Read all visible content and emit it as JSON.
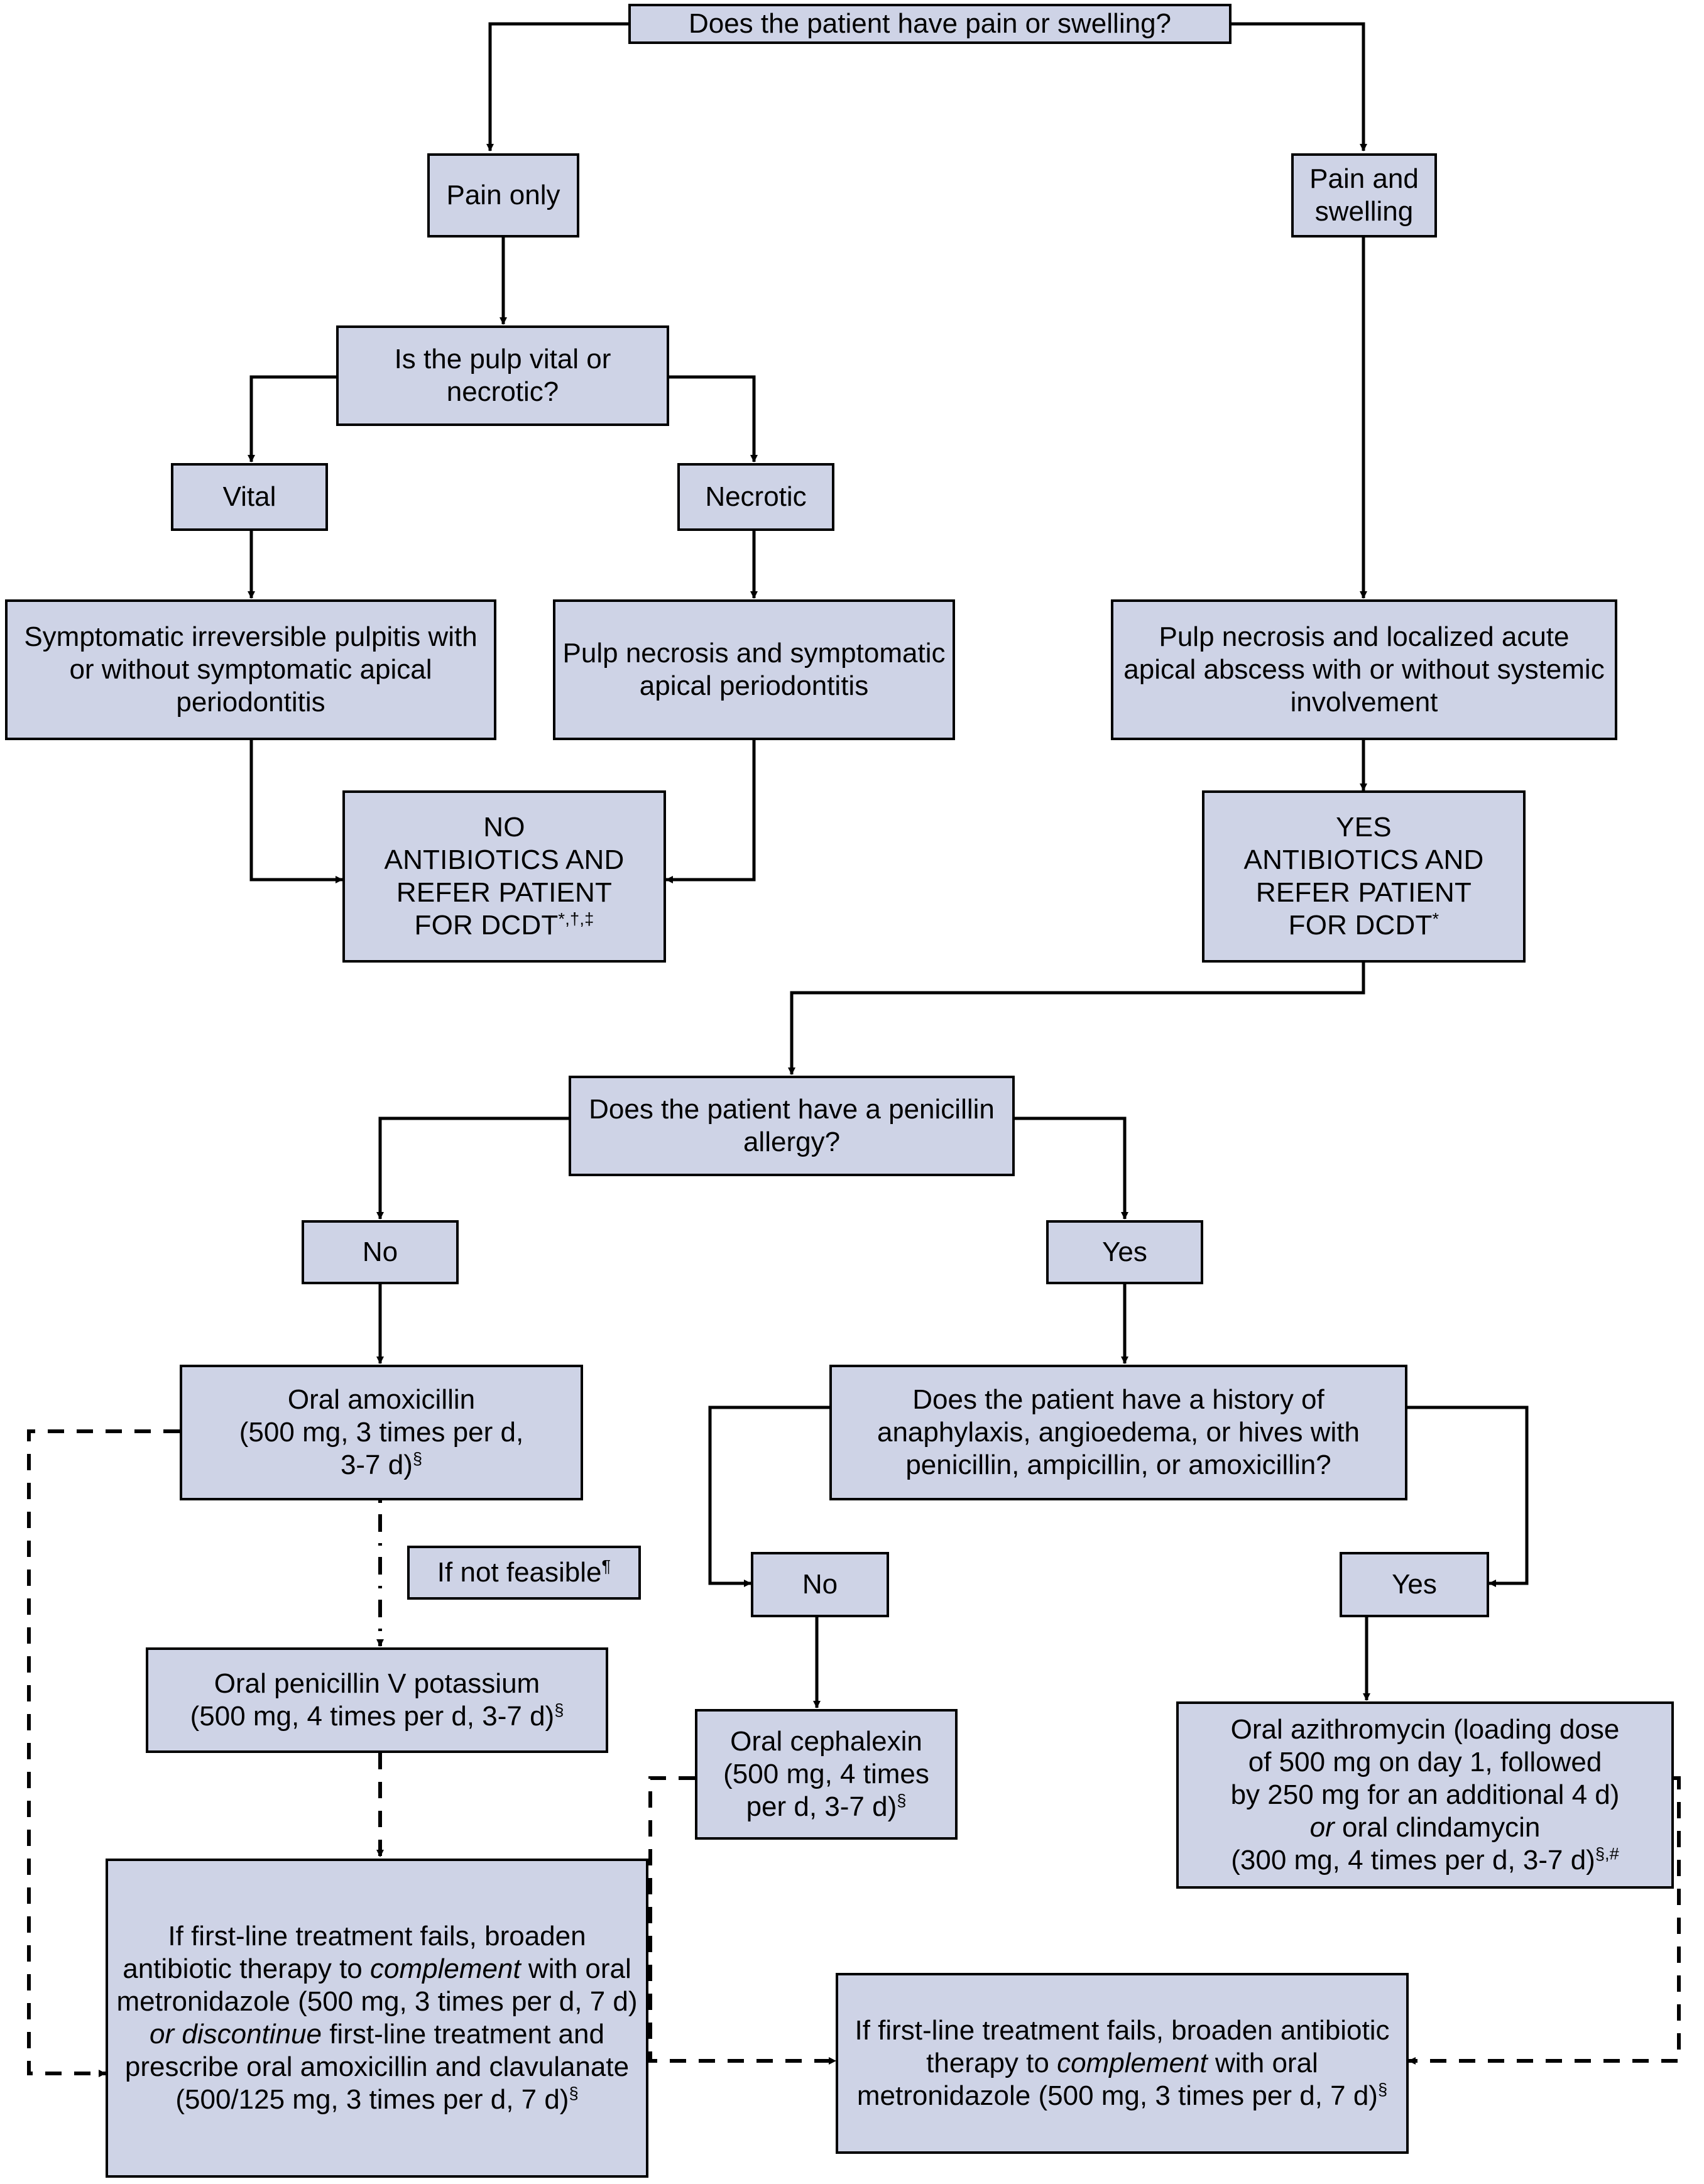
{
  "figure": {
    "title": "Antibiotic prescribing decision flowchart for pulpal and periapical conditions",
    "box_fill": "#ced3e6",
    "box_border": "#000000",
    "line_color": "#000000",
    "background": "#ffffff"
  },
  "nodes": {
    "q_pain_swelling": {
      "label": "Does the patient have pain or swelling?"
    },
    "pain_only": {
      "label": "Pain only"
    },
    "pain_and_swelling": {
      "label": "Pain and swelling"
    },
    "q_pulp": {
      "label": "Is the pulp vital or necrotic?"
    },
    "vital": {
      "label": "Vital"
    },
    "necrotic": {
      "label": "Necrotic"
    },
    "dx_pulpitis": {
      "label": "Symptomatic irreversible pulpitis with or without symptomatic apical periodontitis"
    },
    "dx_necrosis_sap": {
      "label": "Pulp necrosis and symptomatic apical periodontitis"
    },
    "dx_abscess": {
      "label": "Pulp necrosis and localized acute apical abscess with or without systemic involvement"
    },
    "no_abx": {
      "line1": "NO",
      "line2": "ANTIBIOTICS AND",
      "line3": "REFER PATIENT",
      "line4": "FOR DCDT",
      "sup": "*,†,‡"
    },
    "yes_abx": {
      "line1": "YES",
      "line2": "ANTIBIOTICS AND",
      "line3": "REFER PATIENT",
      "line4": "FOR DCDT",
      "sup": "*"
    },
    "q_pcn_allergy": {
      "label": "Does the patient have a penicillin allergy?"
    },
    "allergy_no": {
      "label": "No"
    },
    "allergy_yes": {
      "label": "Yes"
    },
    "amoxicillin": {
      "line1": "Oral amoxicillin",
      "line2": "(500 mg, 3 times per d,",
      "line3": "3-7 d)",
      "sup": "§"
    },
    "if_not_feasible": {
      "label": "If not feasible",
      "sup": "¶"
    },
    "q_anaphylaxis": {
      "label": "Does the patient have a history of anaphylaxis, angioedema, or hives with penicillin, ampicillin, or amoxicillin?"
    },
    "anaph_no": {
      "label": "No"
    },
    "anaph_yes": {
      "label": "Yes"
    },
    "penicillin_v": {
      "line1": "Oral penicillin V potassium",
      "line2": "(500 mg, 4 times per d, 3-7 d)",
      "sup": "§"
    },
    "cephalexin": {
      "line1": "Oral cephalexin",
      "line2": "(500 mg, 4 times",
      "line3": "per d, 3-7 d)",
      "sup": "§"
    },
    "azithromycin": {
      "line1": "Oral azithromycin (loading dose",
      "line2": "of 500 mg on day 1, followed",
      "line3": "by 250 mg for an additional 4 d)",
      "line4_italic": "or",
      "line4_rest": " oral clindamycin",
      "line5": "(300 mg, 4 times per d, 3-7 d)",
      "sup": "§,#"
    },
    "fallback_left": {
      "seg1": "If first-line treatment fails, broaden antibiotic therapy to ",
      "italic1": "complement",
      "seg2": " with oral metronidazole (500 mg, 3 times per d, 7 d) ",
      "italic2": "or discontinue",
      "seg3": " first-line treatment and prescribe oral amoxicillin and clavulanate (500/125 mg, 3 times per d, 7 d)",
      "sup": "§"
    },
    "fallback_right": {
      "seg1": "If first-line treatment fails, broaden antibiotic therapy to ",
      "italic1": "complement",
      "seg2": " with oral metronidazole (500 mg, 3 times per d, 7 d)",
      "sup": "§"
    }
  }
}
